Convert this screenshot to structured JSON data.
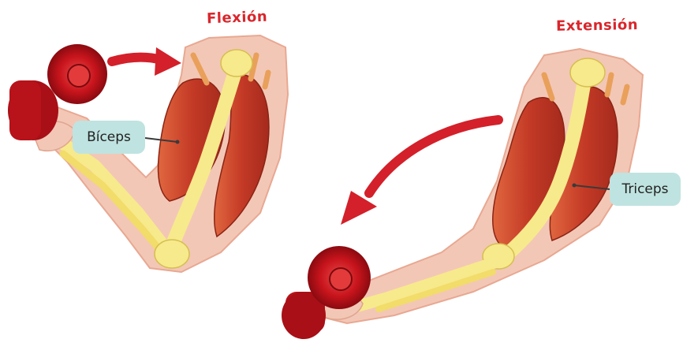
{
  "titles": {
    "flexion": "Flexión",
    "extension": "Extensión"
  },
  "labels": {
    "biceps": "Bíceps",
    "triceps": "Triceps"
  },
  "colors": {
    "title_red": "#d9262c",
    "arrow_red": "#d3202a",
    "muscle": "#c9442b",
    "bone": "#f7ea8c",
    "skin": "#f3c7b6",
    "label_bg": "#bfe3e0",
    "dumbbell": "#c8141c"
  },
  "icons": [
    "dumbbell-icon",
    "arrow-icon"
  ]
}
